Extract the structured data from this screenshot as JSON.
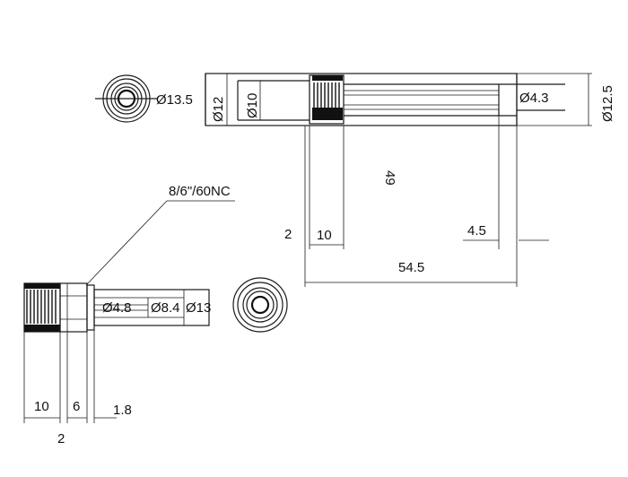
{
  "drawing": {
    "top_view": {
      "end_diameter": "Ø13.5",
      "outer_diameter_left": "Ø12",
      "inner_diameter": "Ø10",
      "bore_diameter": "Ø4.3",
      "outer_diameter_right": "Ø12.5",
      "length_rotated": "49",
      "left_small": "2",
      "knurl_length": "10",
      "right_offset": "4.5",
      "total_length": "54.5"
    },
    "bottom_view": {
      "thread_callout": "8/6\"/60NC",
      "bore_diameter": "Ø4.8",
      "body_diameter": "Ø8.4",
      "flange_diameter": "Ø13",
      "knurl_length": "10",
      "collar_length": "6",
      "thread_length": "1.8",
      "gap": "2"
    }
  }
}
